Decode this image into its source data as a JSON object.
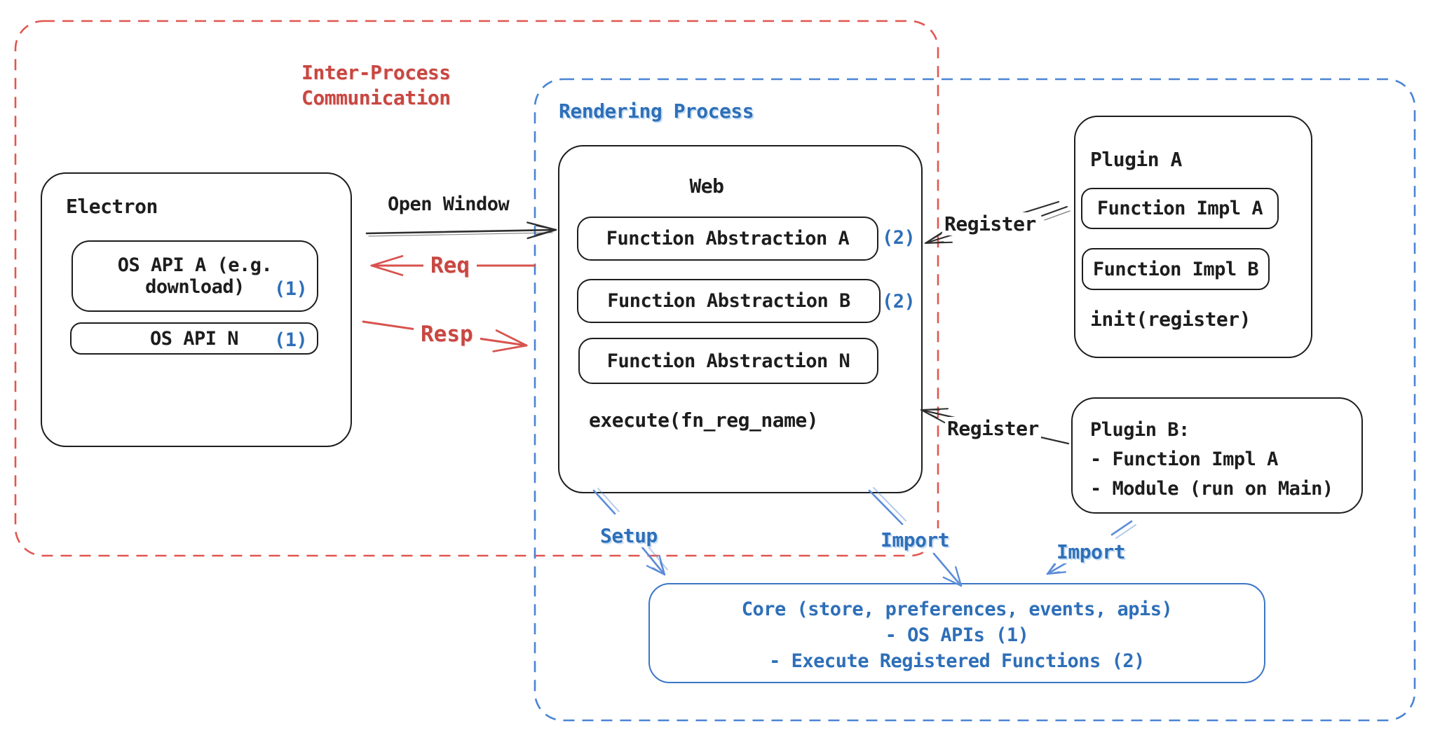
{
  "colors": {
    "red_text": "#c84742",
    "red_dash": "#e0564f",
    "blue_text": "#2e6fb8",
    "blue_dash": "#4a84d4",
    "blue_arrow": "#5b8cd8",
    "ink": "#1d1d1d"
  },
  "ipc": {
    "label_line1": "Inter-Process",
    "label_line2": "Communication"
  },
  "rendering": {
    "label": "Rendering Process"
  },
  "electron": {
    "title": "Electron",
    "os_api_a": {
      "line1": "OS API A (e.g.",
      "line2": "download)",
      "badge": "(1)"
    },
    "os_api_n": {
      "label": "OS API N",
      "badge": "(1)"
    }
  },
  "web": {
    "title": "Web",
    "fa_a": {
      "label": "Function Abstraction A",
      "badge": "(2)"
    },
    "fa_b": {
      "label": "Function Abstraction B",
      "badge": "(2)"
    },
    "fa_n": {
      "label": "Function Abstraction N"
    },
    "execute": "execute(fn_reg_name)"
  },
  "plugin_a": {
    "title": "Plugin A",
    "impl_a": "Function Impl A",
    "impl_b": "Function Impl B",
    "init": "init(register)"
  },
  "plugin_b": {
    "line1": "Plugin B:",
    "line2": "- Function Impl A",
    "line3": "- Module (run on Main)"
  },
  "core": {
    "line1": "Core (store, preferences, events, apis)",
    "line2": "- OS APIs (1)",
    "line3": "- Execute Registered Functions (2)"
  },
  "arrows": {
    "open_window": "Open Window",
    "req": "Req",
    "resp": "Resp",
    "register_a": "Register",
    "register_b": "Register",
    "setup": "Setup",
    "import_web": "Import",
    "import_plugin": "Import"
  }
}
